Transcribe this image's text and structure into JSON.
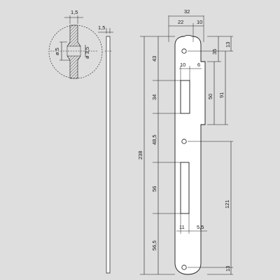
{
  "diagram": {
    "labels": {
      "detail_thickness": "1,5",
      "side_thickness": "1,5",
      "detail_outer_dia": "ø 5",
      "detail_inner_dia": "ø 3,5",
      "total_width": "32",
      "width_left": "22",
      "width_right": "10",
      "top_hole_offset": "13",
      "slot_top_offset": "35",
      "tab_height": "50",
      "tab_bottom_offset": "91",
      "slot_width": "10",
      "slot_right_offset": "6",
      "dim_43": "43",
      "dim_34": "34",
      "dim_48_5": "48,5",
      "dim_56": "56",
      "dim_56_5": "56,5",
      "total_height": "238",
      "bottom_span": "121",
      "bottom_hole_offset": "13",
      "lower_slot_width": "11",
      "lower_slot_offset": "5,5"
    },
    "colors": {
      "background": "#dedede",
      "line": "#1a1a1a",
      "plate_fill": "#ffffff"
    }
  }
}
